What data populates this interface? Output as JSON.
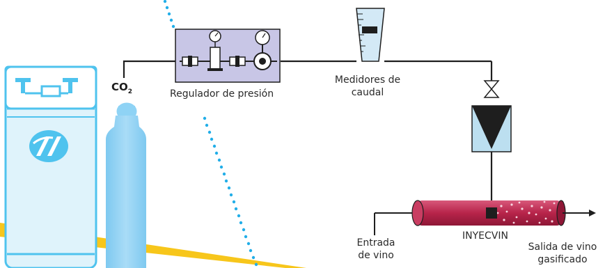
{
  "labels": {
    "co2": "CO",
    "co2_sub": "2",
    "regulator": "Regulador de presión",
    "flow_meters_line1": "Medidores de",
    "flow_meters_line2": "caudal",
    "inyecvin": "INYECVIN",
    "wine_in_line1": "Entrada",
    "wine_in_line2": "de vino",
    "wine_out_line1": "Salida de vino",
    "wine_out_line2": "gasificado"
  },
  "icons": [
    "gas-tank-icon",
    "logo-icon",
    "co2-cylinder-icon",
    "pressure-regulator-icon",
    "pressure-gauge-icon",
    "flow-meter-icon",
    "valve-icon",
    "filter-icon",
    "injector-pipe-icon",
    "arrow-icon"
  ],
  "colors": {
    "tank_blue": "#4fc3ee",
    "tank_fill": "#dff3fb",
    "cylinder_blue": "#8fd3f5",
    "regulator_panel": "#c8c6e6",
    "pipe_red": "#b7244a",
    "dotted_line": "#22aee8",
    "yellow_stripe": "#f7c61b",
    "line": "#1e1e1e"
  }
}
